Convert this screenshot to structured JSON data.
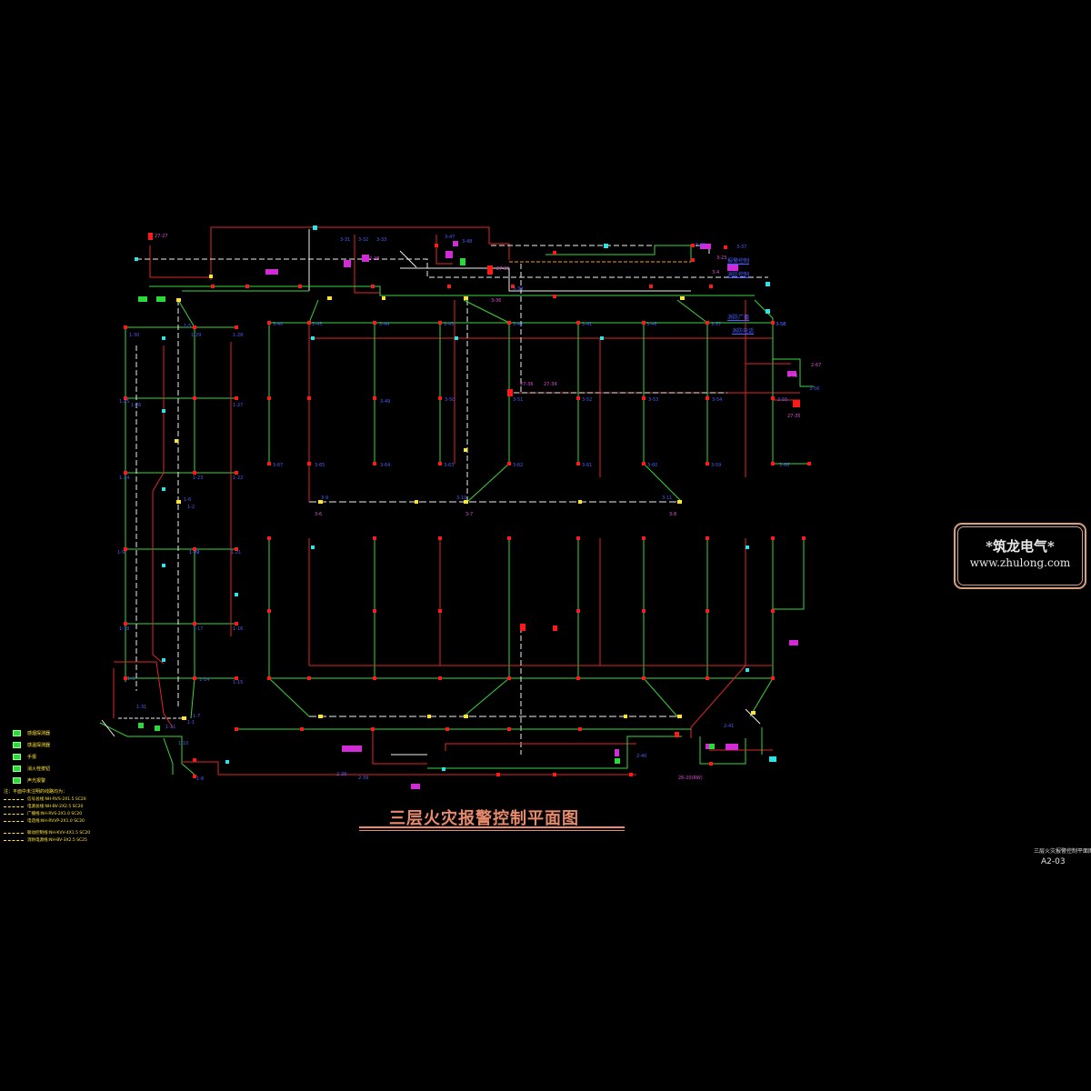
{
  "drawing": {
    "title": "三层火灾报警控制平面图",
    "sheet_title": "三层火灾报警控制平面图",
    "sheet_code": "A2-03"
  },
  "watermark": {
    "name": "*筑龙电气*",
    "url": "www.zhulong.com"
  },
  "colors": {
    "background": "#000000",
    "green_wire": "#39d63b",
    "red_wire": "#e0262a",
    "white_wire": "#f0f0f0",
    "magenta_device": "#d12bd6",
    "red_device": "#ff1a1a",
    "blue_label": "#4b5cff",
    "magenta_label": "#e04bd8",
    "cyan_device": "#2de3e3",
    "yellow_text": "#ffe23a",
    "title_color": "#e88a6c"
  },
  "legend": {
    "items": [
      "感烟探测器",
      "感温探测器",
      "手报",
      "消火栓按钮",
      "声光报警"
    ],
    "note": "注：平面中未注明的线路均为：",
    "line_types": [
      "信号总线:NH-RVS-2X1.5 SC20",
      "电源总线:NH-BV-2X2.5 SC20",
      "广播线:NH-RVS-2X1.0 SC20",
      "电话线:NH-RVVP-2X1.0 SC20",
      "联动控制线:NH-KVV-4X1.5 SC20",
      "消防电源线:NH-BV-3X2.5 SC25"
    ]
  },
  "callouts": [
    {
      "text": "27-27",
      "color": "magenta"
    },
    {
      "text": "3-31"
    },
    {
      "text": "3-32"
    },
    {
      "text": "3-33"
    },
    {
      "text": "3-47"
    },
    {
      "text": "3-48"
    },
    {
      "text": "27-31",
      "color": "magenta"
    },
    {
      "text": "3-35"
    },
    {
      "text": "3-37"
    },
    {
      "text": "3-4"
    },
    {
      "text": "3-23"
    },
    {
      "text": "2-28"
    },
    {
      "text": "3-36"
    },
    {
      "text": "3-39"
    },
    {
      "text": "3-40"
    },
    {
      "text": "3-41"
    },
    {
      "text": "3-42"
    },
    {
      "text": "3-43"
    },
    {
      "text": "3-44"
    },
    {
      "text": "3-45"
    },
    {
      "text": "3-46"
    },
    {
      "text": "3-49"
    },
    {
      "text": "3-50"
    },
    {
      "text": "3-51"
    },
    {
      "text": "3-52"
    },
    {
      "text": "3-53"
    },
    {
      "text": "3-54"
    },
    {
      "text": "3-55"
    },
    {
      "text": "3-56"
    },
    {
      "text": "3-57"
    },
    {
      "text": "3-58"
    },
    {
      "text": "3-59"
    },
    {
      "text": "3-60"
    },
    {
      "text": "3-61"
    },
    {
      "text": "3-62"
    },
    {
      "text": "3-63"
    },
    {
      "text": "3-64"
    },
    {
      "text": "3-65"
    },
    {
      "text": "3-66"
    },
    {
      "text": "3-67"
    },
    {
      "text": "3-6"
    },
    {
      "text": "3-7"
    },
    {
      "text": "3-8"
    },
    {
      "text": "3-9"
    },
    {
      "text": "3-10"
    },
    {
      "text": "3-11"
    },
    {
      "text": "1-1"
    },
    {
      "text": "1-2"
    },
    {
      "text": "1-3"
    },
    {
      "text": "1-5"
    },
    {
      "text": "1-6"
    },
    {
      "text": "1-7"
    },
    {
      "text": "1-8"
    },
    {
      "text": "1-9"
    },
    {
      "text": "1-10"
    },
    {
      "text": "1-11"
    },
    {
      "text": "1-14"
    },
    {
      "text": "1-15"
    },
    {
      "text": "1-16"
    },
    {
      "text": "1-17"
    },
    {
      "text": "1-18"
    },
    {
      "text": "1-19"
    },
    {
      "text": "1-20"
    },
    {
      "text": "1-21"
    },
    {
      "text": "1-22"
    },
    {
      "text": "1-23"
    },
    {
      "text": "1-24"
    },
    {
      "text": "1-25"
    },
    {
      "text": "1-26"
    },
    {
      "text": "1-27"
    },
    {
      "text": "1-28"
    },
    {
      "text": "1-29"
    },
    {
      "text": "1-30"
    },
    {
      "text": "1-31"
    },
    {
      "text": "27-36"
    },
    {
      "text": "27-34"
    },
    {
      "text": "27-35"
    },
    {
      "text": "3-78"
    },
    {
      "text": "3-58"
    },
    {
      "text": "2-38"
    },
    {
      "text": "2-39"
    },
    {
      "text": "2-40"
    },
    {
      "text": "2-41"
    },
    {
      "text": "26-20(RW)"
    },
    {
      "text": "2-67"
    },
    {
      "text": "消防控制"
    },
    {
      "text": "消防广播"
    },
    {
      "text": "消防电话"
    },
    {
      "text": "报警控制"
    }
  ]
}
